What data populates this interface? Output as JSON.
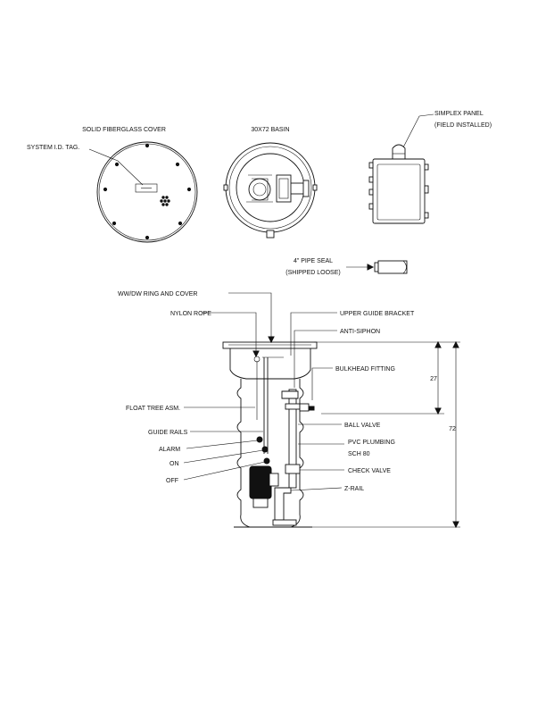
{
  "labels": {
    "solid_cover": "SOLID FIBERGLASS COVER",
    "basin": "30X72 BASIN",
    "system_tag": "SYSTEM I.D. TAG.",
    "panel_line1": "SIMPLEX PANEL",
    "panel_line2": "(FIELD INSTALLED)",
    "pipe_seal_line1": "4\" PIPE SEAL",
    "pipe_seal_line2": "(SHIPPED LOOSE)",
    "ring_cover": "WW/DW RING AND COVER",
    "nylon_rope": "NYLON ROPE",
    "float_tree": "FLOAT TREE ASM.",
    "guide_rails": "GUIDE RAILS",
    "alarm": "ALARM",
    "on": "ON",
    "off": "OFF",
    "upper_bracket": "UPPER GUIDE BRACKET",
    "anti_siphon": "ANTI-SIPHON",
    "bulkhead": "BULKHEAD FITTING",
    "ball_valve": "BALL VALVE",
    "pvc_line1": "PVC PLUMBING",
    "pvc_line2": "SCH 80",
    "check_valve": "CHECK VALVE",
    "z_rail": "Z-RAIL"
  },
  "dimensions": {
    "inlet_depth": "27",
    "basin_depth": "72"
  }
}
